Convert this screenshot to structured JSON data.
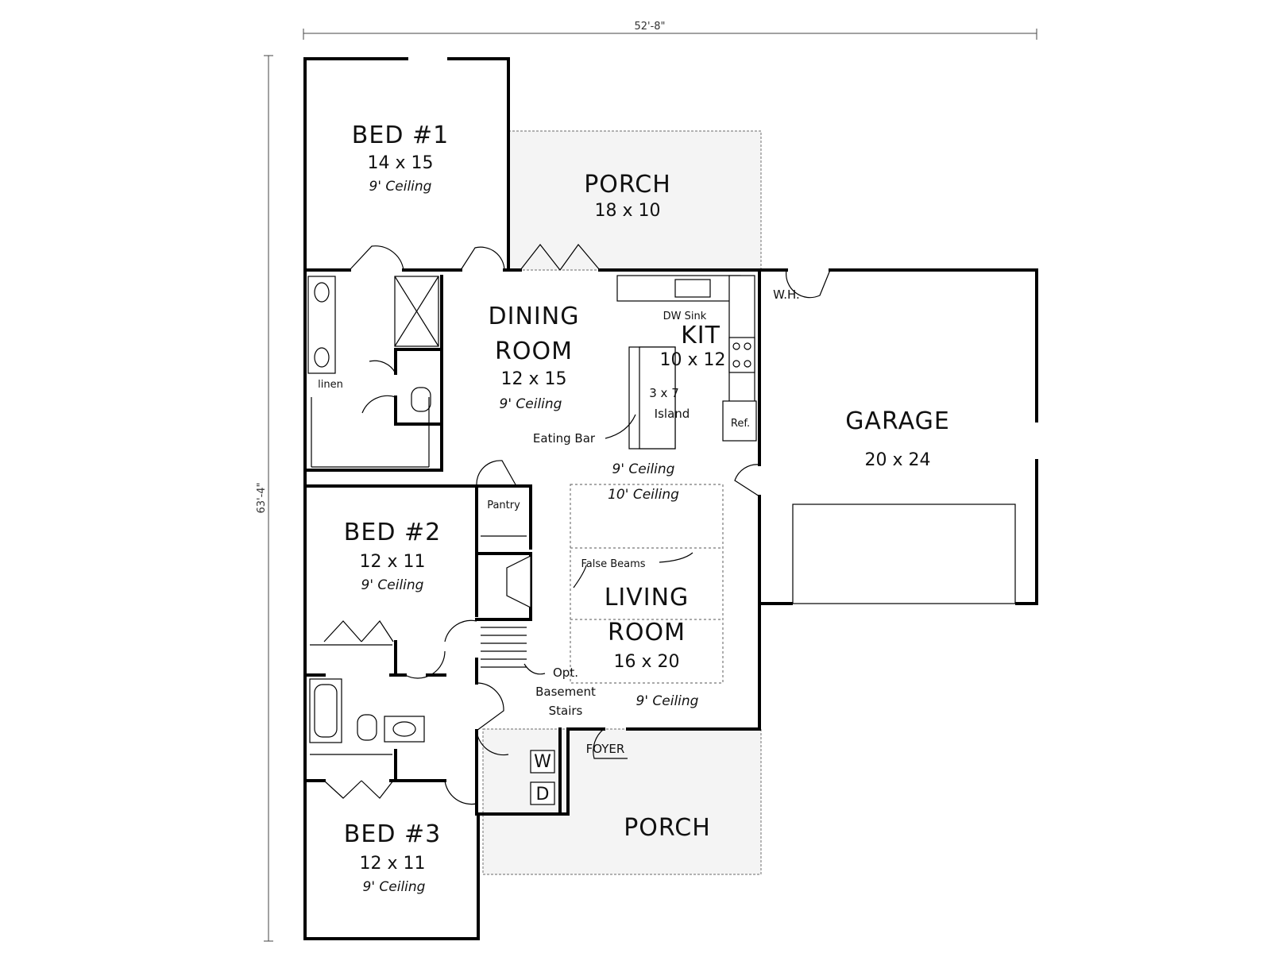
{
  "overall": {
    "width": "52'-8\"",
    "depth": "63'-4\""
  },
  "rooms": {
    "bed1": {
      "name": "BED #1",
      "size": "14 x 15",
      "ceiling": "9' Ceiling"
    },
    "porch_back": {
      "name": "PORCH",
      "size": "18 x 10"
    },
    "dining": {
      "name_line1": "DINING",
      "name_line2": "ROOM",
      "size": "12 x 15",
      "ceiling": "9' Ceiling"
    },
    "kitchen": {
      "name": "KIT",
      "size": "10 x 12"
    },
    "island": {
      "size": "3 x 7",
      "name": "Island"
    },
    "garage": {
      "name": "GARAGE",
      "size": "20 x 24"
    },
    "bed2": {
      "name": "BED #2",
      "size": "12 x 11",
      "ceiling": "9' Ceiling"
    },
    "living": {
      "name_line1": "LIVING",
      "name_line2": "ROOM",
      "size": "16 x 20",
      "ceiling": "9' Ceiling"
    },
    "bed3": {
      "name": "BED #3",
      "size": "12 x 11",
      "ceiling": "9' Ceiling"
    },
    "foyer": {
      "name": "FOYER"
    },
    "porch_front": {
      "name": "PORCH"
    }
  },
  "labels": {
    "linen": "linen",
    "dw_sink": "DW Sink",
    "ref": "Ref.",
    "wh": "W.H.",
    "eating_bar": "Eating Bar",
    "pantry": "Pantry",
    "ceiling_9": "9' Ceiling",
    "ceiling_10": "10' Ceiling",
    "false_beams": "False Beams",
    "opt_line1": "Opt.",
    "opt_line2": "Basement",
    "opt_line3": "Stairs",
    "washer": "W",
    "dryer": "D"
  }
}
